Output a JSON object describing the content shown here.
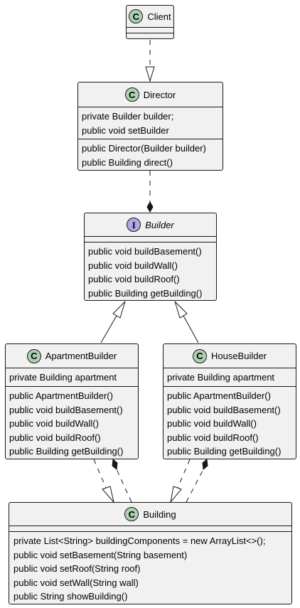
{
  "classes": {
    "client": {
      "name": "Client",
      "badge": "C",
      "fields": [],
      "methods": []
    },
    "director": {
      "name": "Director",
      "badge": "C",
      "fields": [
        "private Builder builder;",
        "public void setBuilder"
      ],
      "methods": [
        "public Director(Builder builder)",
        "public Building direct()"
      ]
    },
    "builder": {
      "name": "Builder",
      "badge": "I",
      "fields": [],
      "methods": [
        "public void buildBasement()",
        "public void buildWall()",
        "public void buildRoof()",
        "public Building getBuilding()"
      ]
    },
    "apartment_builder": {
      "name": "ApartmentBuilder",
      "badge": "C",
      "fields": [
        "private Building apartment"
      ],
      "methods": [
        "public ApartmentBuilder()",
        "public void buildBasement()",
        "public void buildWall()",
        "public void buildRoof()",
        "public Building getBuilding()"
      ]
    },
    "house_builder": {
      "name": "HouseBuilder",
      "badge": "C",
      "fields": [
        "private Building apartment"
      ],
      "methods": [
        "public ApartmentBuilder()",
        "public void buildBasement()",
        "public void buildWall()",
        "public void buildRoof()",
        "public Building getBuilding()"
      ]
    },
    "building": {
      "name": "Building",
      "badge": "C",
      "fields": [],
      "methods": [
        "private List<String> buildingComponents = new ArrayList<>();",
        "public void setBasement(String basement)",
        "public void setRoof(String roof)",
        "public void setWall(String wall)",
        "public String showBuilding()"
      ]
    }
  },
  "colors": {
    "class_fill": "#f1f1f1",
    "border": "#181818",
    "class_badge": "#add1b2",
    "interface_badge": "#b4a7e5"
  }
}
